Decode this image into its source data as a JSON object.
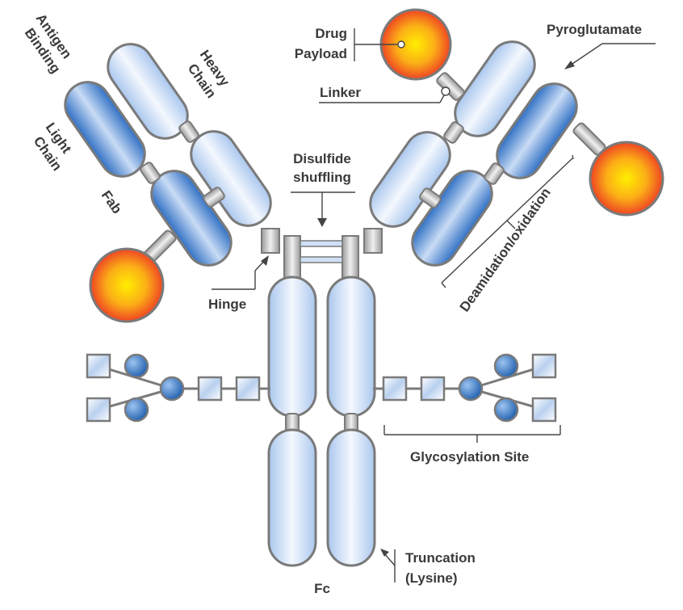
{
  "labels": {
    "antigen_binding_1": "Antigen",
    "antigen_binding_2": "Binding",
    "heavy_chain_1": "Heavy",
    "heavy_chain_2": "Chain",
    "light_chain_1": "Light",
    "light_chain_2": "Chain",
    "fab": "Fab",
    "drug_payload_1": "Drug",
    "drug_payload_2": "Payload",
    "linker": "Linker",
    "pyroglutamate": "Pyroglutamate",
    "disulfide_1": "Disulfide",
    "disulfide_2": "shuffling",
    "hinge": "Hinge",
    "deamidation": "Deamidation/oxidation",
    "glycosylation": "Glycosylation Site",
    "truncation_1": "Truncation",
    "truncation_2": "(Lysine)",
    "fc": "Fc"
  },
  "colors": {
    "light_domain": "#d6e4f7",
    "dark_domain": "#4f8fd8",
    "outline": "#7a7a7a",
    "payload_center": "#ffe000",
    "payload_edge": "#f04e23",
    "glycan_circle": "#3a7cc7"
  }
}
